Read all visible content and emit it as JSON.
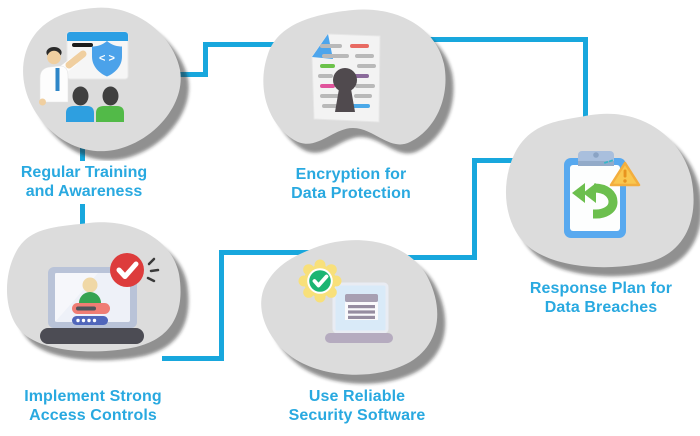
{
  "diagram": {
    "background_color": "#ffffff",
    "connector_color": "#18a7dd",
    "blob_color": "#dcdcdc",
    "label_color": "#29a9e0",
    "nodes": [
      {
        "id": "training",
        "line1": "Regular Training",
        "line2": "and Awareness",
        "icon": "trainer-presentation-icon"
      },
      {
        "id": "encryption",
        "line1": "Encryption for",
        "line2": "Data Protection",
        "icon": "encrypted-document-icon"
      },
      {
        "id": "response",
        "line1": "Response Plan for",
        "line2": "Data Breaches",
        "icon": "clipboard-alert-icon"
      },
      {
        "id": "access",
        "line1": "Implement Strong",
        "line2": "Access Controls",
        "icon": "laptop-login-icon"
      },
      {
        "id": "software",
        "line1": "Use Reliable",
        "line2": "Security Software",
        "icon": "laptop-verified-icon"
      }
    ],
    "icon_glyphs": {
      "shield_code": "< >"
    }
  }
}
